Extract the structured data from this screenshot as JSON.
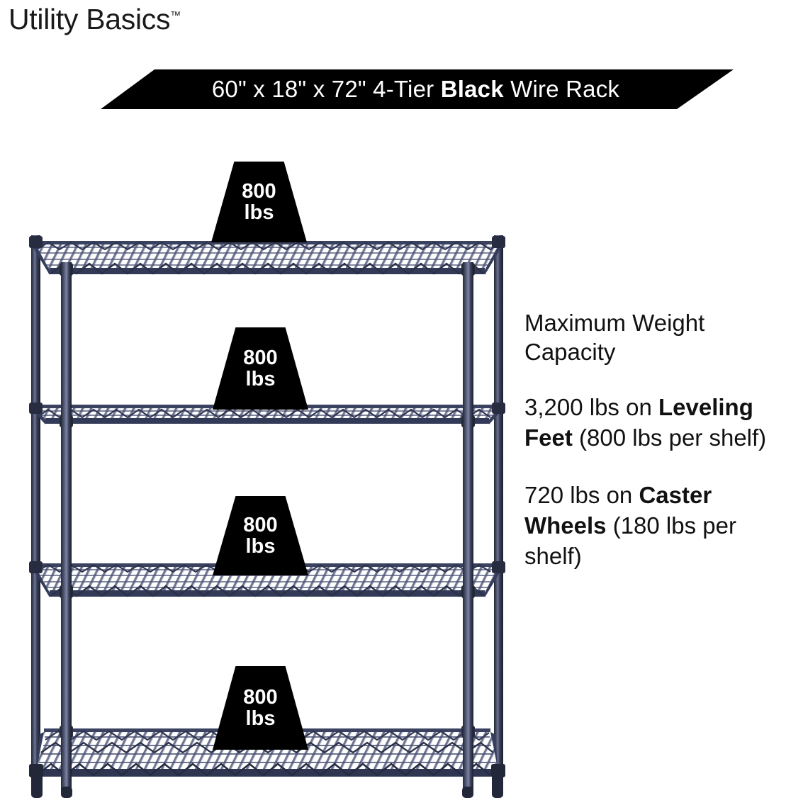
{
  "brand": {
    "name": "Utility Basics",
    "trademark": "™"
  },
  "banner": {
    "dimensions": "60\" x 18\" x 72\"",
    "tier": "4-Tier",
    "color_word": "Black",
    "product": "Wire Rack",
    "full_text": "60\" x 18\" x 72\" 4-Tier Black Wire Rack",
    "background_color": "#000000",
    "text_color": "#ffffff"
  },
  "capacity": {
    "heading": "Maximum Weight Capacity",
    "leveling": {
      "prefix": "3,200 lbs on ",
      "bold": "Leveling Feet",
      "suffix": " (800 lbs per shelf)"
    },
    "caster": {
      "prefix": "720 lbs on ",
      "bold": "Caster Wheels",
      "suffix": " (180 lbs per shelf)"
    }
  },
  "shelf_badges": [
    {
      "value": "800",
      "unit": "lbs"
    },
    {
      "value": "800",
      "unit": "lbs"
    },
    {
      "value": "800",
      "unit": "lbs"
    },
    {
      "value": "800",
      "unit": "lbs"
    }
  ],
  "product": {
    "tiers": 4,
    "frame_color": "#3a4058",
    "background_color": "#ffffff"
  }
}
